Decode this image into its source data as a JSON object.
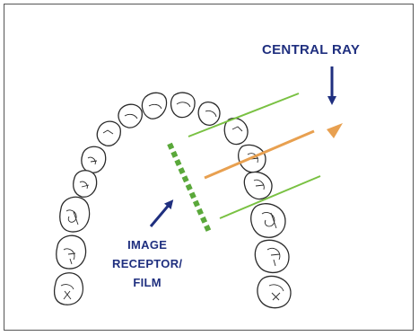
{
  "labels": {
    "central_ray": "CENTRAL RAY",
    "receptor_line1": "IMAGE",
    "receptor_line2": "RECEPTOR/",
    "receptor_line3": "FILM"
  },
  "colors": {
    "label": "#1f2f7f",
    "central_ray": "#e8a050",
    "guide_lines": "#79c142",
    "receptor": "#5aa83a",
    "tooth_outline": "#2a2a2a",
    "frame": "#555555"
  },
  "icons": [
    "central-ray-arrow-icon",
    "receptor-arrow-icon",
    "ray-cone-icon"
  ]
}
